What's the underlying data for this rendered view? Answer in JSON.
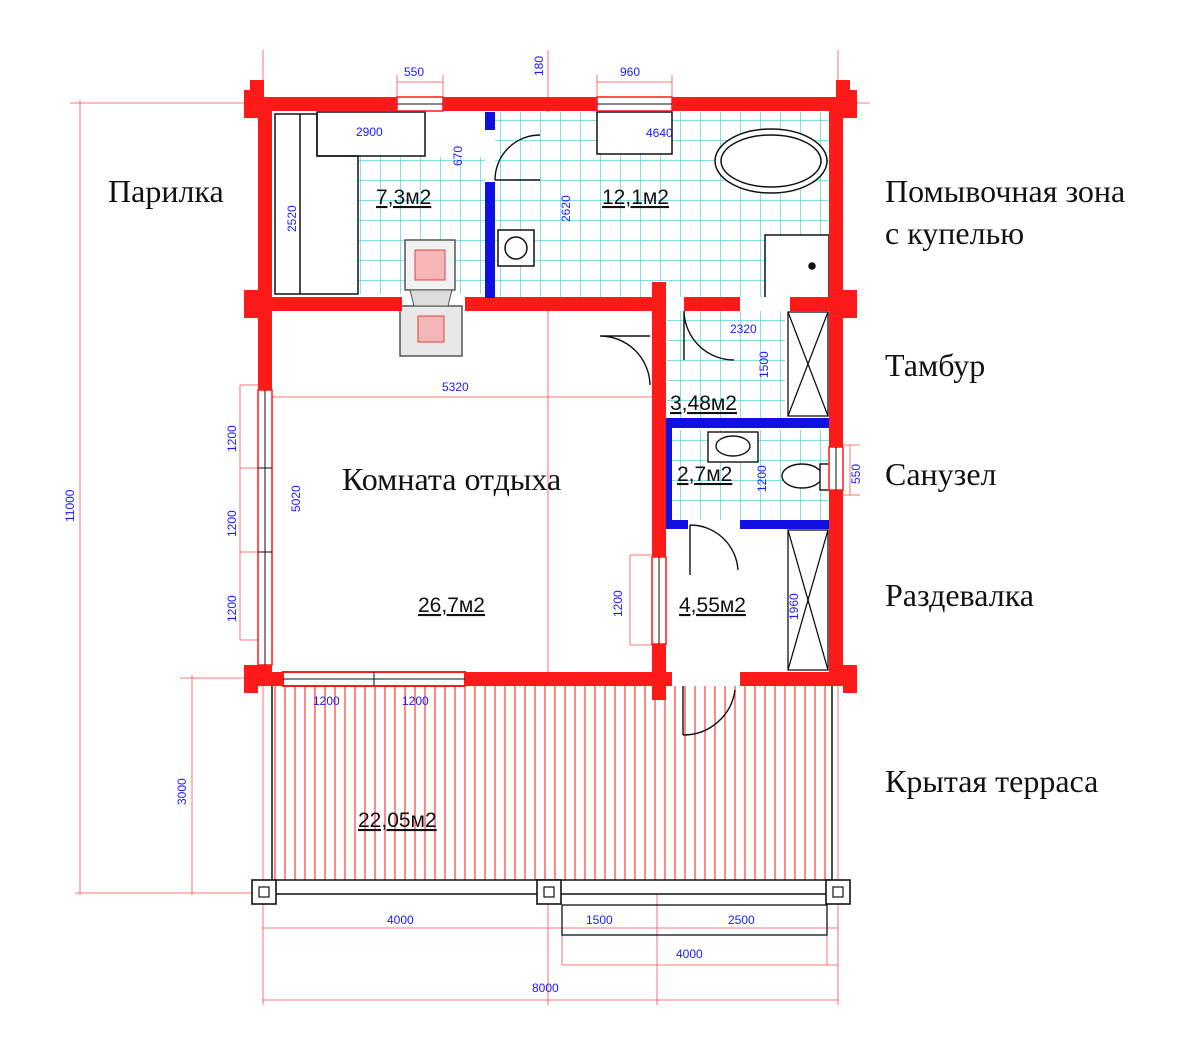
{
  "room_labels": {
    "parilka": "Парилка",
    "wash_zone_line1": "Помывочная зона",
    "wash_zone_line2": "с купелью",
    "tambur": "Тамбур",
    "sanuzel": "Санузел",
    "razdevalka": "Раздевалка",
    "terrace": "Крытая терраса",
    "rest_room": "Комната отдыха"
  },
  "areas": {
    "steam": "7,3м2",
    "wash": "12,1м2",
    "tambur": "3,48м2",
    "wc": "2,7м2",
    "rest": "26,7м2",
    "dressing": "4,55м2",
    "terrace": "22,05м2"
  },
  "dimensions": {
    "win_top_left": "550",
    "top_180": "180",
    "win_top_right": "960",
    "steam_width": "2900",
    "steam_670": "670",
    "wash_width": "4640",
    "steam_height": "2520",
    "wash_height": "2620",
    "tambur_width": "2320",
    "tambur_height": "1500",
    "rest_width": "5320",
    "rest_height": "5020",
    "left_win_1": "1200",
    "left_win_2": "1200",
    "left_win_3": "1200",
    "wc_window": "1200",
    "wc_550": "550",
    "inner_window": "1200",
    "dressing_height": "1960",
    "terrace_win_1": "1200",
    "terrace_win_2": "1200",
    "terrace_depth": "3000",
    "total_height": "11000",
    "bottom_4000_left": "4000",
    "bottom_1500": "1500",
    "bottom_2500": "2500",
    "bottom_4000_right": "4000",
    "total_width": "8000"
  },
  "colors": {
    "wall": "#ff1a1a",
    "partition": "#1010e0",
    "tile_line": "#33cccc",
    "deck_line": "#ff5555",
    "dimension": "#1a1aff"
  }
}
